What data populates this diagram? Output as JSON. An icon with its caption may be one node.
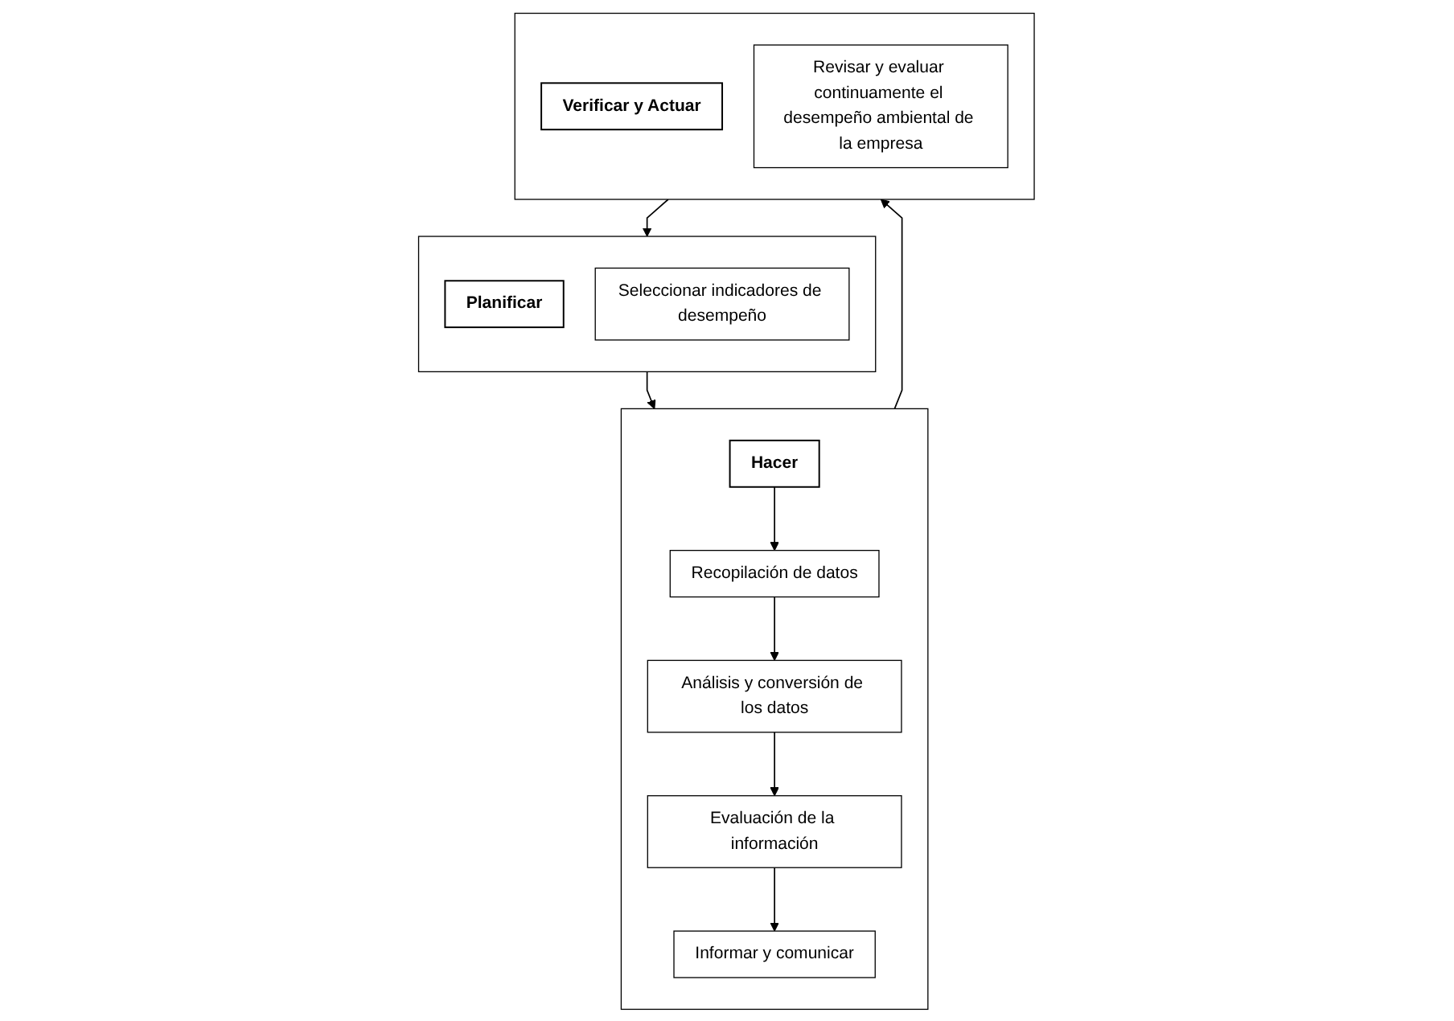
{
  "diagram": {
    "nodes": [
      {
        "text": [],
        "shape": "box"
      },
      {
        "text": [
          "Planificar"
        ],
        "in": 0
      },
      {
        "text": [
          "Seleccionar indicadores de desempeño"
        ],
        "in": 0
      },
      {
        "text": [],
        "shape": "box"
      },
      {
        "text": [
          "Hacer"
        ],
        "in": 3
      },
      {
        "text": [
          "Recopilación de datos"
        ],
        "in": 3
      },
      {
        "text": [
          "Análisis y conversión de los datos"
        ],
        "in": 3
      },
      {
        "text": [
          "Evaluación de la información"
        ],
        "in": 3
      },
      {
        "text": [
          "Informar y comunicar"
        ],
        "in": 3
      },
      {
        "text": [],
        "shape": "box"
      },
      {
        "text": [
          "Verificar y Actuar"
        ],
        "in": 9
      },
      {
        "text": [
          "Revisar y evaluar continuamente el desempeño ambiental de la empresa"
        ],
        "in": 9
      }
    ],
    "edges": [
      {
        "from": 0,
        "to": 3,
        "arrow": "to"
      },
      {
        "from": 4,
        "to": 5,
        "arrow": "to"
      },
      {
        "from": 5,
        "to": 6,
        "arrow": "to"
      },
      {
        "from": 6,
        "to": 7,
        "arrow": "to"
      },
      {
        "from": 7,
        "to": 8,
        "arrow": "to"
      },
      {
        "from": 3,
        "to": 9,
        "arrow": "to"
      },
      {
        "from": 9,
        "to": 0,
        "arrow": "to"
      }
    ]
  }
}
